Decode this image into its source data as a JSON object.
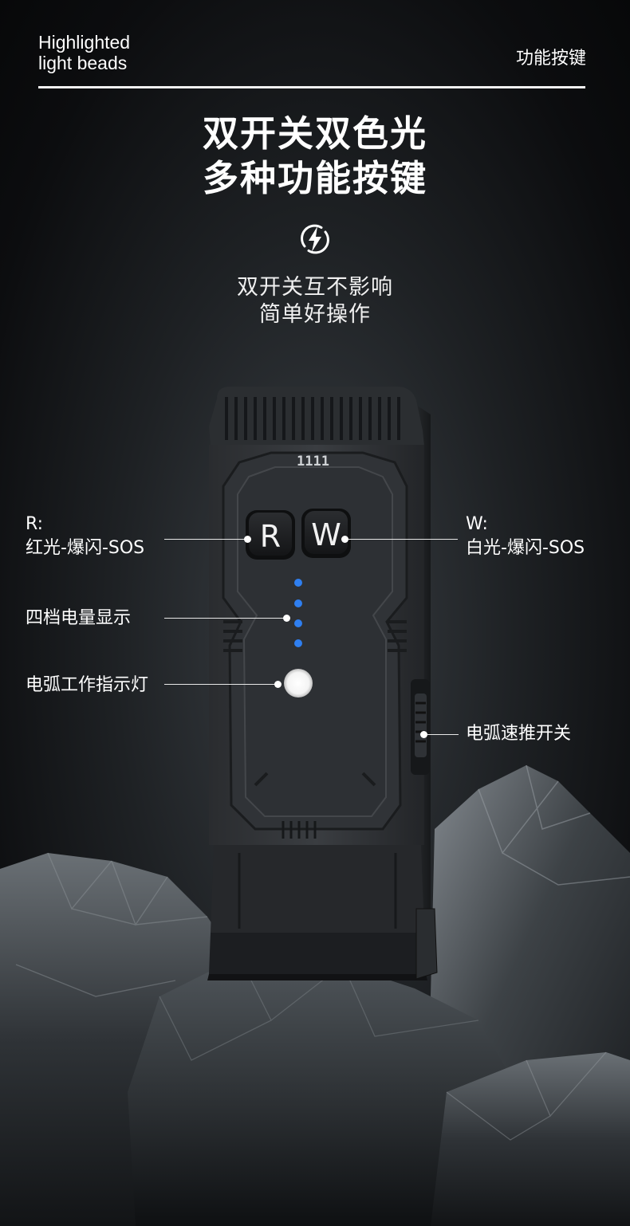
{
  "header": {
    "brand_line1": "Highlighted",
    "brand_line2": "light beads",
    "section": "功能按键"
  },
  "headline": {
    "line1": "双开关双色光",
    "line2": "多种功能按键"
  },
  "icon": "lightning-bolt-icon",
  "subline": {
    "line1": "双开关互不影响",
    "line2": "简单好操作"
  },
  "device": {
    "red_button": "R",
    "white_button": "W",
    "grille_mark": "1111",
    "battery_levels": 4,
    "indicator_color": "#2f7ff0"
  },
  "callouts": {
    "r_title": "R:",
    "r_desc": "红光-爆闪-SOS",
    "w_title": "W:",
    "w_desc": "白光-爆闪-SOS",
    "battery": "四档电量显示",
    "arc_light": "电弧工作指示灯",
    "arc_switch": "电弧速推开关"
  }
}
